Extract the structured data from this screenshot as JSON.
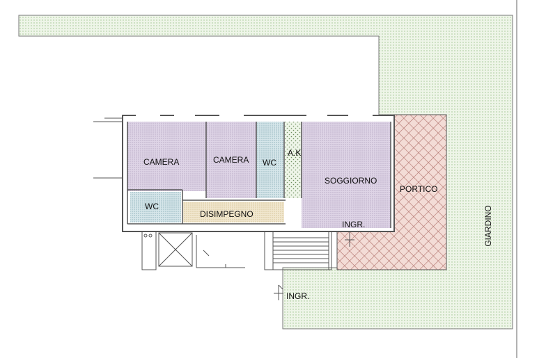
{
  "colors": {
    "garden": "#eef5e8",
    "garden_dots": "#9cc38e",
    "room_purple": "#ded4e6",
    "room_purple_dots": "#a896b4",
    "wc_blue": "#d6e6ea",
    "wc_blue_dots": "#6e9aa3",
    "hall_beige": "#f1e7cf",
    "hall_beige_dots": "#c9b27c",
    "portico": "#f3dcd6",
    "portico_lines": "#b0706a",
    "walls": "#555555"
  },
  "rooms": {
    "camera_1": "CAMERA",
    "camera_2": "CAMERA",
    "wc_upper": "WC",
    "ak": "A.K",
    "soggiorno": "SOGGIORNO",
    "portico": "PORTICO",
    "wc_lower": "WC",
    "disimpegno": "DISIMPEGNO",
    "ingr_inner": "INGR.",
    "ingr_outer": "INGR.",
    "giardino": "GIARDINO"
  }
}
